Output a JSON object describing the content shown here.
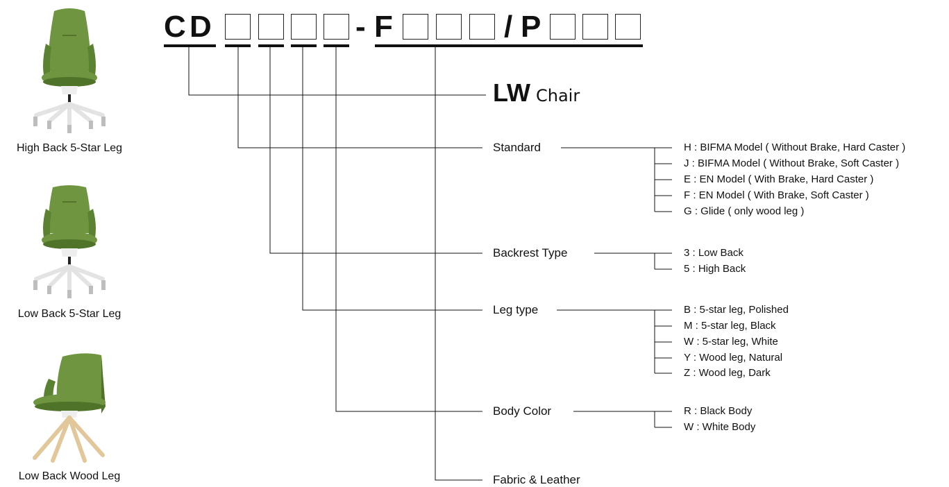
{
  "code": {
    "prefix_letters": [
      "C",
      "D"
    ],
    "dash": "-",
    "f_letter": "F",
    "slash": "/",
    "p_letter": "P"
  },
  "title": {
    "main": "LW",
    "sub": "Chair"
  },
  "products": [
    {
      "caption": "High Back 5-Star Leg"
    },
    {
      "caption": "Low Back 5-Star Leg"
    },
    {
      "caption": "Low Back Wood Leg"
    }
  ],
  "groups": {
    "standard": {
      "label": "Standard",
      "options": [
        "H : BIFMA Model ( Without Brake, Hard Caster )",
        "J : BIFMA Model ( Without Brake, Soft Caster )",
        "E : EN Model ( With Brake, Hard Caster )",
        "F : EN Model ( With Brake, Soft Caster )",
        "G : Glide ( only wood leg )"
      ]
    },
    "backrest": {
      "label": "Backrest Type",
      "options": [
        "3 : Low Back",
        "5 : High Back"
      ]
    },
    "leg": {
      "label": "Leg type",
      "options": [
        "B : 5-star leg, Polished",
        "M : 5-star leg, Black",
        "W : 5-star leg, White",
        "Y : Wood leg, Natural",
        "Z : Wood leg, Dark"
      ]
    },
    "body": {
      "label": "Body Color",
      "options": [
        "R : Black Body",
        "W : White Body"
      ]
    },
    "fabric": {
      "label": "Fabric & Leather"
    }
  },
  "colors": {
    "seat_green": "#6f9540",
    "seat_dark": "#4f7328",
    "leg_white": "#e6e6e6",
    "wood": "#e2c79a",
    "line": "#111111"
  }
}
